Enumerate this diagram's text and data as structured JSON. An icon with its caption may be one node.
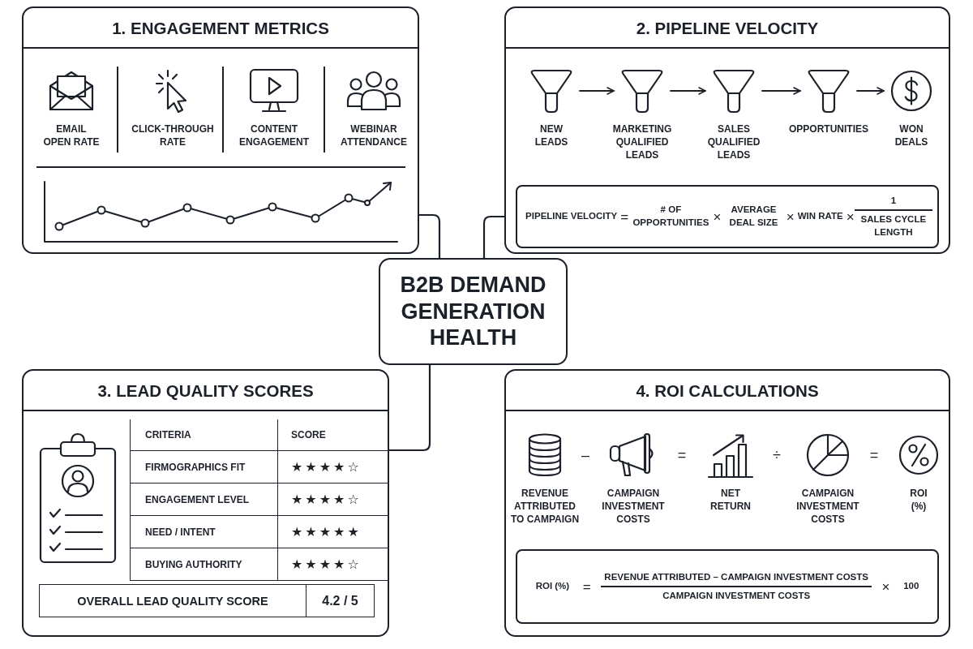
{
  "diagram": {
    "nodes": [
      {
        "text": [
          "B2B DEMAND GENERATION HEALTH"
        ]
      },
      {
        "text": [
          "1. ENGAGEMENT METRICS"
        ]
      },
      {
        "text": [
          "EMAIL OPEN RATE"
        ],
        "in": 1
      },
      {
        "text": [
          "CLICK-THROUGH RATE"
        ],
        "in": 1
      },
      {
        "text": [
          "CONTENT ENGAGEMENT"
        ],
        "in": 1
      },
      {
        "text": [
          "WEBINAR ATTENDANCE"
        ],
        "in": 1
      },
      {
        "text": [
          "2. PIPELINE VELOCITY"
        ]
      },
      {
        "text": [
          "NEW LEADS"
        ],
        "in": 6
      },
      {
        "text": [
          "MARKETING QUALIFIED LEADS"
        ],
        "in": 6
      },
      {
        "text": [
          "SALES QUALIFIED LEADS"
        ],
        "in": 6
      },
      {
        "text": [
          "OPPORTUNITIES"
        ],
        "in": 6
      },
      {
        "text": [
          "WON DEALS"
        ],
        "in": 6
      },
      {
        "text": [
          "PIPELINE VELOCITY",
          "=",
          "# OF OPPORTUNITIES",
          "×",
          "AVERAGE DEAL SIZE",
          "×",
          "WIN RATE",
          "×",
          "1",
          "SALES CYCLE LENGTH"
        ],
        "in": 6
      },
      {
        "text": [
          "3. LEAD QUALITY SCORES"
        ]
      },
      {
        "text": [
          "OVERALL LEAD QUALITY SCORE",
          "4.2 / 5"
        ],
        "in": 13
      },
      {
        "text": [
          "4. ROI CALCULATIONS"
        ]
      },
      {
        "text": [
          "REVENUE ATTRIBUTED TO CAMPAIGN"
        ],
        "in": 15
      },
      {
        "text": [
          "CAMPAIGN INVESTMENT COSTS"
        ],
        "in": 15
      },
      {
        "text": [
          "NET RETURN"
        ],
        "in": 15
      },
      {
        "text": [
          "CAMPAIGN INVESTMENT COSTS"
        ],
        "in": 15
      },
      {
        "text": [
          "ROI (%)"
        ],
        "in": 15
      },
      {
        "text": [
          "ROI (%)",
          "=",
          "REVENUE ATTRIBUTED – CAMPAIGN INVESTMENT COSTS",
          "CAMPAIGN INVESTMENT COSTS",
          "×",
          "100"
        ],
        "in": 15
      }
    ],
    "edges": [
      {
        "from": 0,
        "to": 1,
        "arrow": "none"
      },
      {
        "from": 0,
        "to": 6,
        "arrow": "none"
      },
      {
        "from": 0,
        "to": 13,
        "arrow": "none"
      },
      {
        "from": 7,
        "to": 8,
        "arrow": "to"
      },
      {
        "from": 8,
        "to": 9,
        "arrow": "to"
      },
      {
        "from": 9,
        "to": 10,
        "arrow": "to"
      },
      {
        "from": 10,
        "to": 11,
        "arrow": "to"
      }
    ],
    "labels": [
      "CRITERIA",
      "SCORE",
      "FIRMOGRAPHICS FIT",
      "★★★★☆",
      "ENGAGEMENT LEVEL",
      "★★★★☆",
      "NEED / INTENT",
      "★★★★★",
      "BUYING AUTHORITY",
      "★★★★☆",
      "–",
      "=",
      "÷",
      "="
    ]
  }
}
